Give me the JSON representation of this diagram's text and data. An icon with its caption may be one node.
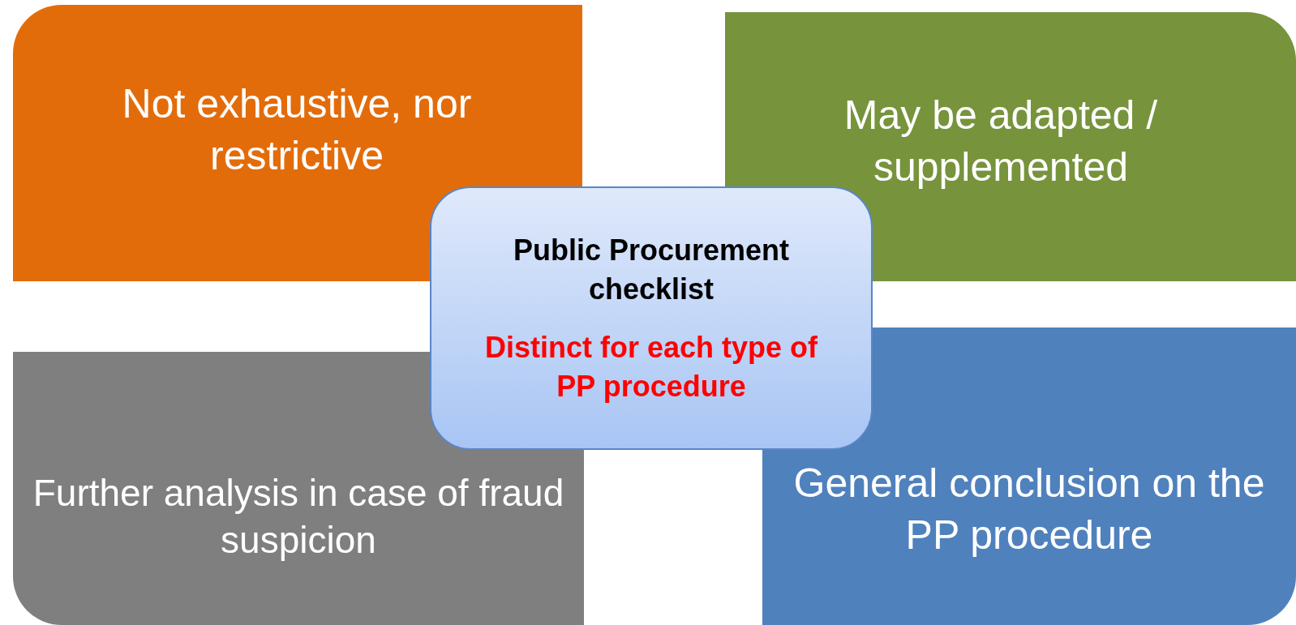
{
  "diagram": {
    "nodes": [
      {
        "text": [
          "Not exhaustive, nor restrictive"
        ]
      },
      {
        "text": [
          "May be adapted / supplemented"
        ]
      },
      {
        "text": [
          "Public Procurement checklist",
          "Distinct for each type of PP procedure"
        ]
      },
      {
        "text": [
          "Further analysis in case of fraud suspicion"
        ]
      },
      {
        "text": [
          "General conclusion on the PP procedure"
        ]
      }
    ]
  }
}
